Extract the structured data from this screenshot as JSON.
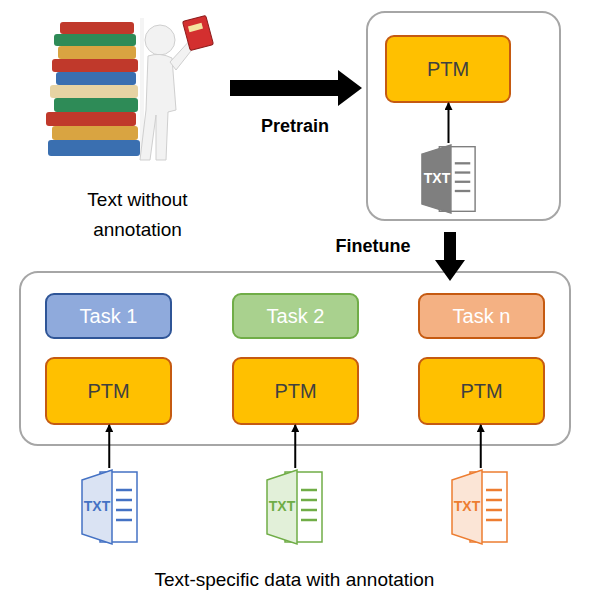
{
  "diagram": {
    "nodes": [
      {
        "text": [
          "PTM"
        ]
      },
      {
        "text": [
          "TXT"
        ]
      },
      {
        "text": [
          "Task 1"
        ]
      },
      {
        "text": [
          "Task 2"
        ]
      },
      {
        "text": [
          "Task n"
        ]
      },
      {
        "text": [
          "PTM"
        ]
      },
      {
        "text": [
          "PTM"
        ]
      },
      {
        "text": [
          "PTM"
        ]
      },
      {
        "text": [
          "TXT"
        ]
      },
      {
        "text": [
          "TXT"
        ]
      },
      {
        "text": [
          "TXT"
        ]
      }
    ],
    "edges": [
      {
        "from": 1,
        "to": 0,
        "arrow": "to"
      },
      {
        "from": 8,
        "to": 5,
        "arrow": "to"
      },
      {
        "from": 9,
        "to": 6,
        "arrow": "to"
      },
      {
        "from": 10,
        "to": 7,
        "arrow": "to"
      }
    ],
    "labels": [
      "Text without annotation",
      "Pretrain",
      "Finetune",
      "Text-specific data with annotation"
    ]
  }
}
